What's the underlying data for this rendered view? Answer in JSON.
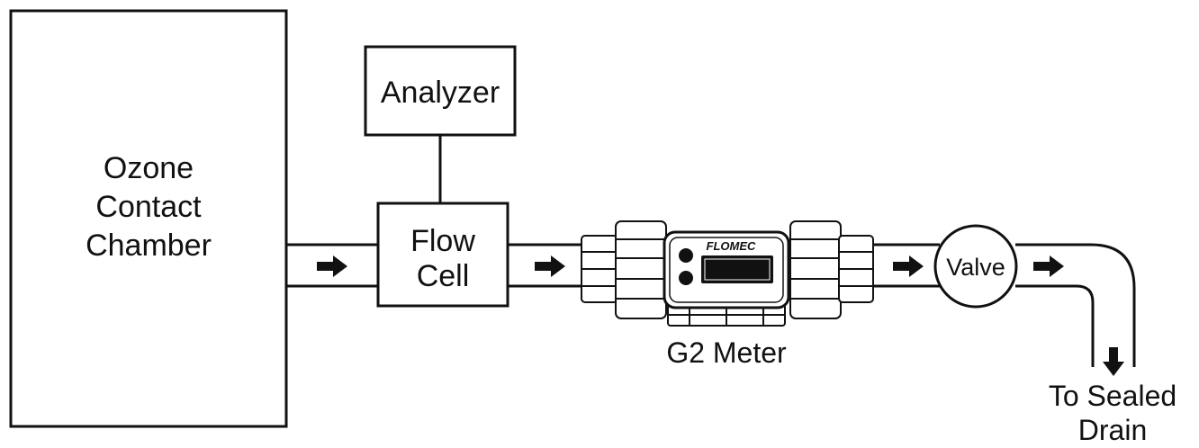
{
  "diagram": {
    "chamber_lines": [
      "Ozone",
      "Contact",
      "Chamber"
    ],
    "analyzer_label": "Analyzer",
    "flow_cell_lines": [
      "Flow",
      "Cell"
    ],
    "meter_brand": "FLOMEC",
    "meter_label": "G2 Meter",
    "valve_label": "Valve",
    "drain_lines": [
      "To Sealed",
      "Drain"
    ]
  }
}
